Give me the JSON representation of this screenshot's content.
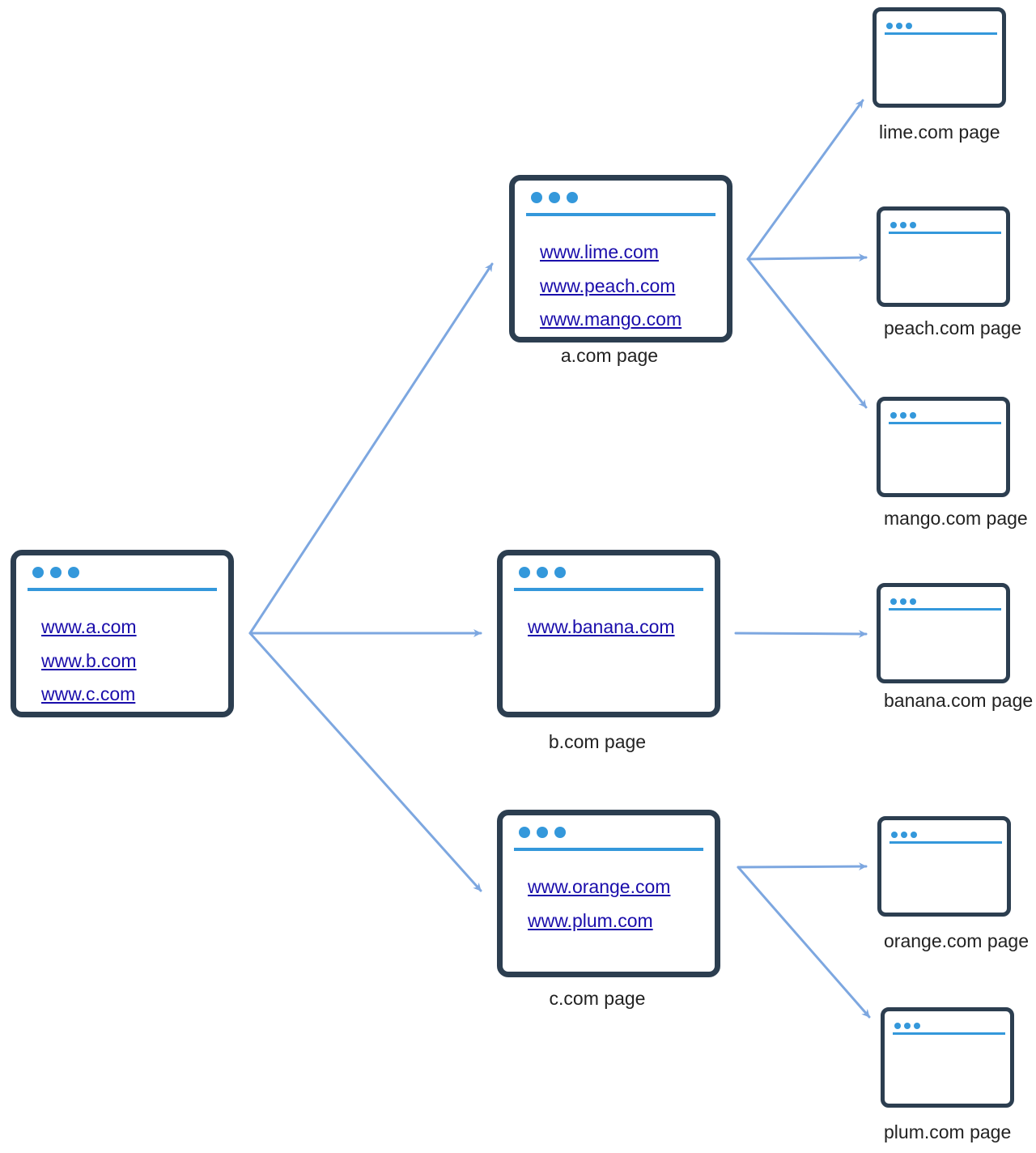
{
  "colors": {
    "arrow": "#7da7e0",
    "window_border": "#2c3e50",
    "accent": "#3498db",
    "link": "#1a0dab"
  },
  "root": {
    "links": [
      "www.a.com",
      "www.b.com",
      "www.c.com"
    ]
  },
  "a_page": {
    "links": [
      "www.lime.com",
      "www.peach.com",
      "www.mango.com"
    ],
    "caption": "a.com page"
  },
  "b_page": {
    "links": [
      "www.banana.com"
    ],
    "caption": "b.com page"
  },
  "c_page": {
    "links": [
      "www.orange.com",
      "www.plum.com"
    ],
    "caption": "c.com page"
  },
  "leaves": {
    "lime": "lime.com page",
    "peach": "peach.com page",
    "mango": "mango.com page",
    "banana": "banana.com page",
    "orange": "orange.com page",
    "plum": "plum.com page"
  }
}
